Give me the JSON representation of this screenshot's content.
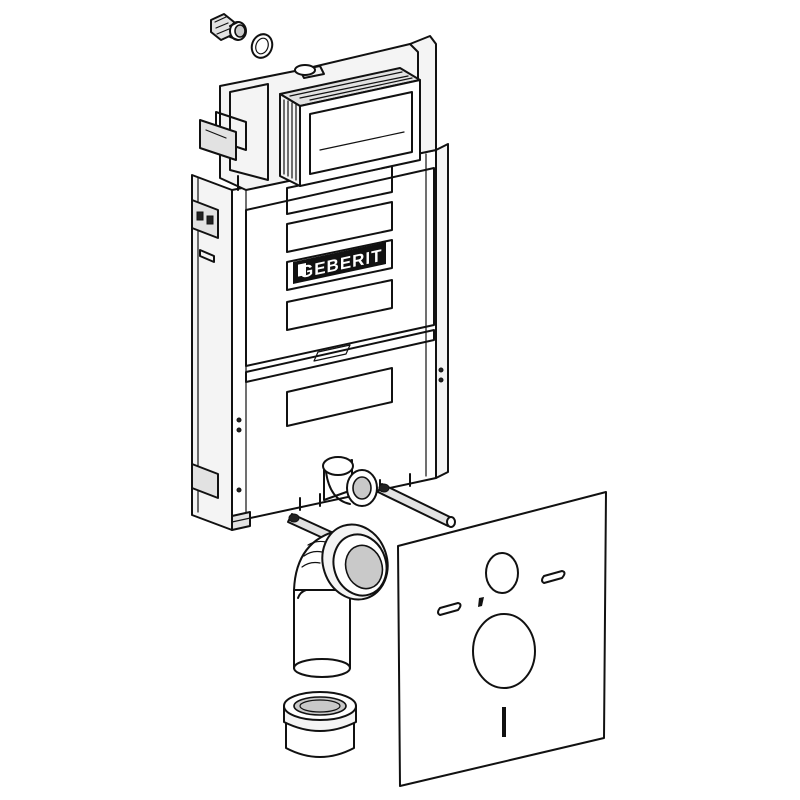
{
  "brand": {
    "logo_text": "GEBERIT"
  },
  "colors": {
    "line": "#111111",
    "background": "#ffffff",
    "shade_light": "#f4f4f4",
    "shade_mid": "#e2e2e2"
  },
  "parts": [
    {
      "id": "actuation-plate-connector",
      "icon": "connector-icon"
    },
    {
      "id": "o-ring-seal",
      "icon": "ring-icon"
    },
    {
      "id": "cistern-top",
      "icon": "cistern-icon"
    },
    {
      "id": "inspection-opening-cover",
      "icon": "cover-icon"
    },
    {
      "id": "installation-frame",
      "icon": "frame-icon"
    },
    {
      "id": "water-supply-elbow",
      "icon": "elbow-icon"
    },
    {
      "id": "fixing-bolts",
      "icon": "bolt-icon"
    },
    {
      "id": "drain-bend",
      "icon": "pipe-bend-icon"
    },
    {
      "id": "pipe-connector-sleeve",
      "icon": "sleeve-icon"
    },
    {
      "id": "soundproofing-mat",
      "icon": "mat-icon"
    }
  ]
}
